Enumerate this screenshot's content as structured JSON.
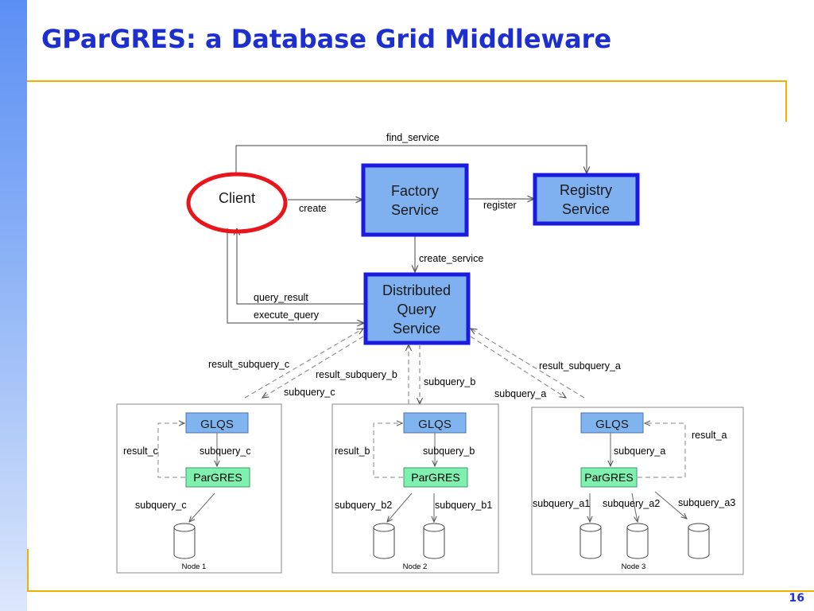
{
  "slide": {
    "title": "GParGRES: a Database Grid Middleware",
    "page_number": "16"
  },
  "diagram": {
    "client": "Client",
    "factory_service": [
      "Factory",
      "Service"
    ],
    "registry_service": [
      "Registry",
      "Service"
    ],
    "distributed_query_service": [
      "Distributed",
      "Query",
      "Service"
    ],
    "edges": {
      "find_service": "find_service",
      "create": "create",
      "register": "register",
      "create_service": "create_service",
      "query_result": "query_result",
      "execute_query": "execute_query",
      "result_subquery_c": "result_subquery_c",
      "subquery_c": "subquery_c",
      "result_subquery_b": "result_subquery_b",
      "subquery_b": "subquery_b",
      "result_subquery_a": "result_subquery_a",
      "subquery_a": "subquery_a"
    },
    "nodes": [
      {
        "name": "Node 1",
        "glqs": "GLQS",
        "pargres": "ParGRES",
        "result_label": "result_c",
        "subquery_label": "subquery_c",
        "db_labels": [
          "subquery_c"
        ]
      },
      {
        "name": "Node 2",
        "glqs": "GLQS",
        "pargres": "ParGRES",
        "result_label": "result_b",
        "subquery_label": "subquery_b",
        "db_labels": [
          "subquery_b2",
          "subquery_b1"
        ]
      },
      {
        "name": "Node 3",
        "glqs": "GLQS",
        "pargres": "ParGRES",
        "result_label": "result_a",
        "subquery_label": "subquery_a",
        "db_labels": [
          "subquery_a1",
          "subquery_a2",
          "subquery_a3"
        ]
      }
    ]
  },
  "colors": {
    "title": "#1e2fd0",
    "service_fill": "#7fb0f0",
    "service_border": "#1a1ae0",
    "glqs_fill": "#80b4ee",
    "pargres_fill": "#80f0b0",
    "highlight_ring": "#e8161b",
    "accent_rule": "#f0b000"
  }
}
